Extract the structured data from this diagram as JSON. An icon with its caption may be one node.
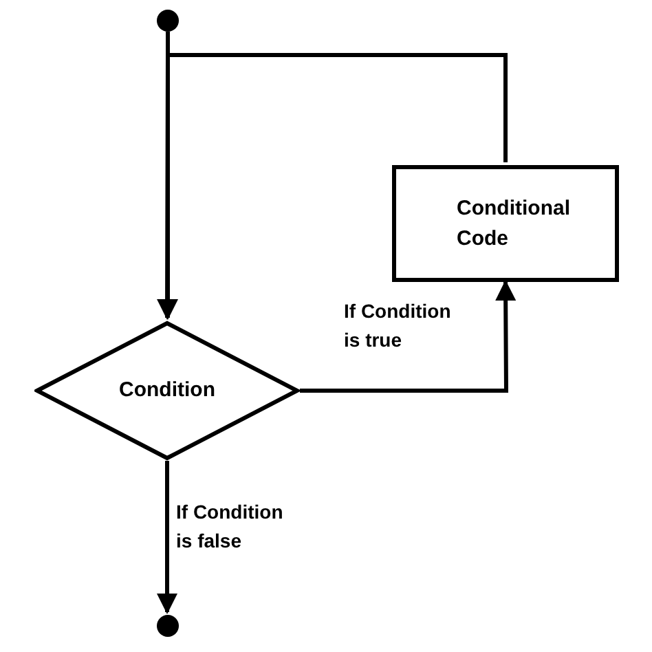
{
  "diagram": {
    "nodes": [
      {
        "text": [],
        "shape": "circle"
      },
      {
        "text": [
          "Condition"
        ]
      },
      {
        "text": [
          "Conditional Code"
        ]
      },
      {
        "text": [],
        "shape": "circle"
      }
    ],
    "edges": [
      {
        "from": 0,
        "to": 1,
        "arrow": "to"
      },
      {
        "from": 1,
        "to": 2,
        "arrow": "to",
        "label": "If Condition is true"
      },
      {
        "from": 1,
        "to": 3,
        "arrow": "to",
        "label": "If Condition is false"
      },
      {
        "from": 2,
        "to": 1,
        "arrow": "to"
      }
    ]
  }
}
